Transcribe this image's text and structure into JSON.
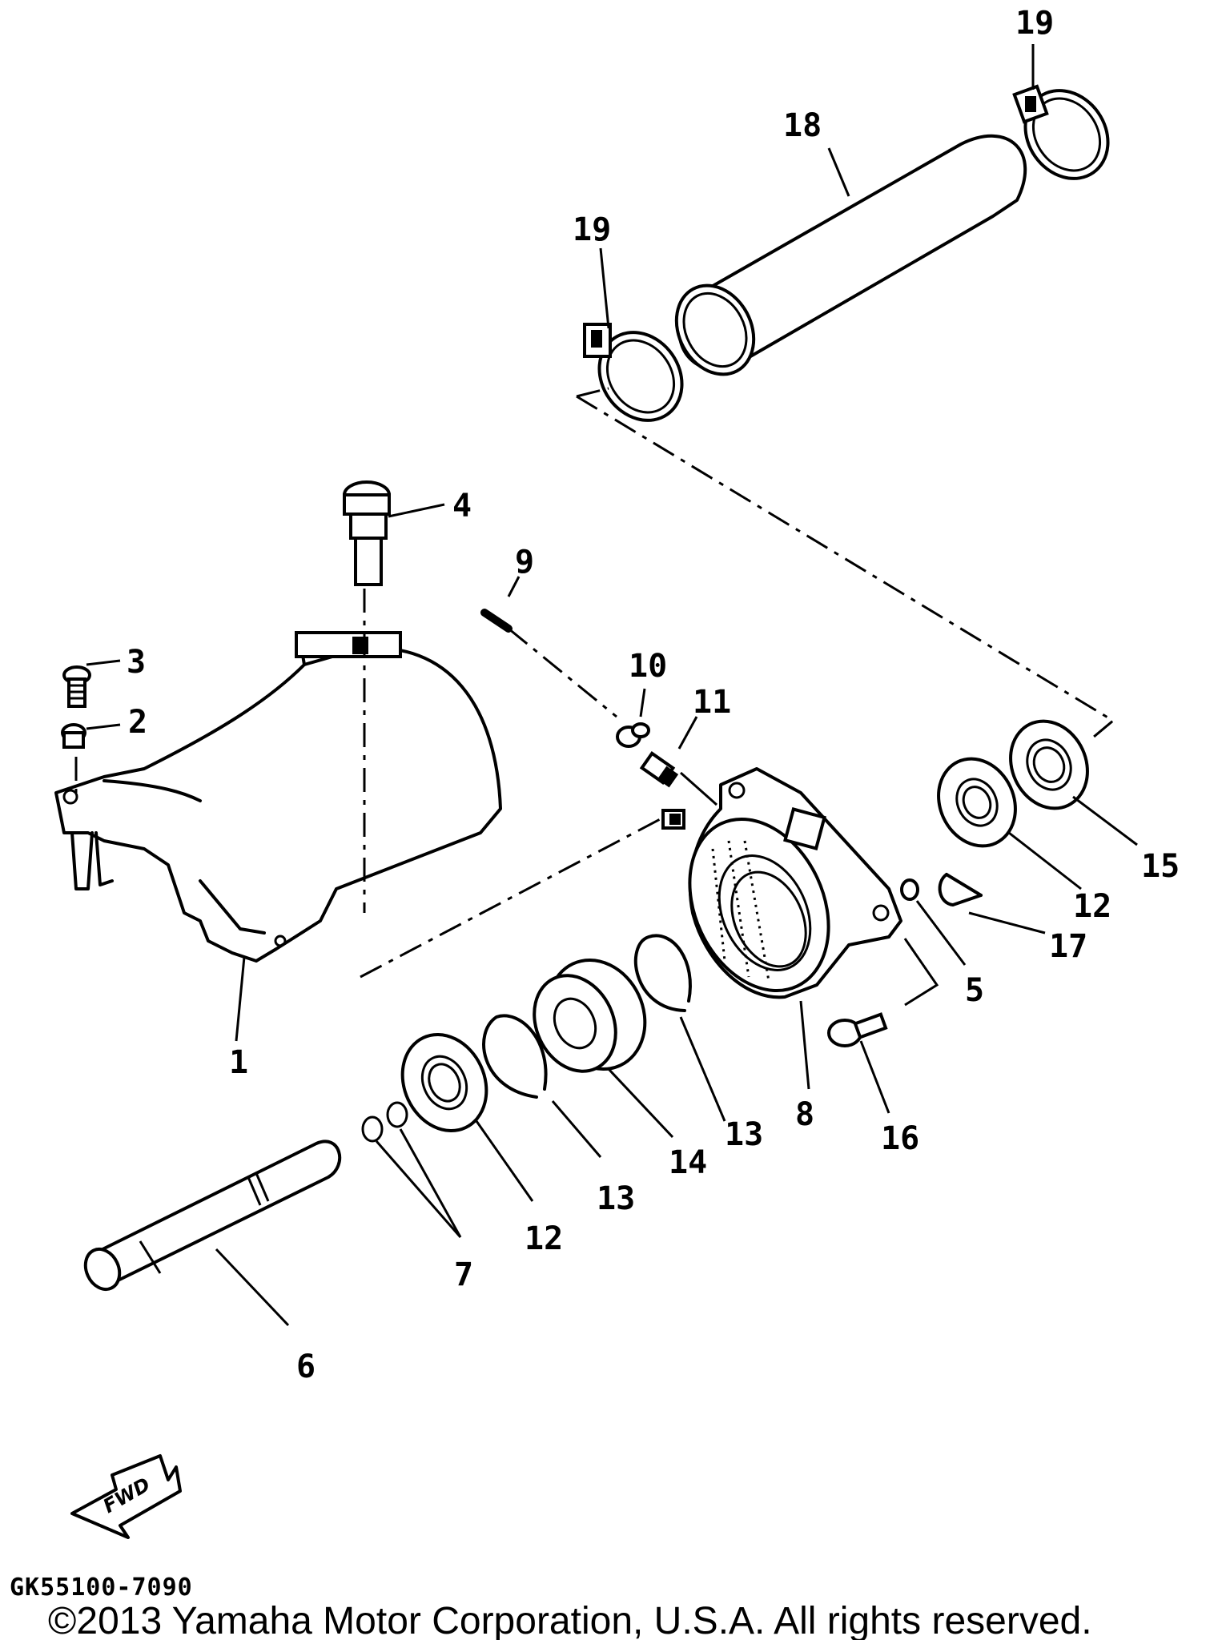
{
  "callouts": {
    "p1": "1",
    "p2": "2",
    "p3": "3",
    "p4": "4",
    "p5": "5",
    "p6": "6",
    "p7": "7",
    "p8": "8",
    "p9": "9",
    "p10": "10",
    "p11": "11",
    "p12a": "12",
    "p12b": "12",
    "p13a": "13",
    "p13b": "13",
    "p14": "14",
    "p15": "15",
    "p16": "16",
    "p17": "17",
    "p18": "18",
    "p19a": "19",
    "p19b": "19"
  },
  "fwd_label": "FWD",
  "diagram_code": "GK55100-7090",
  "copyright": "©2013 Yamaha Motor Corporation, U.S.A. All rights reserved."
}
